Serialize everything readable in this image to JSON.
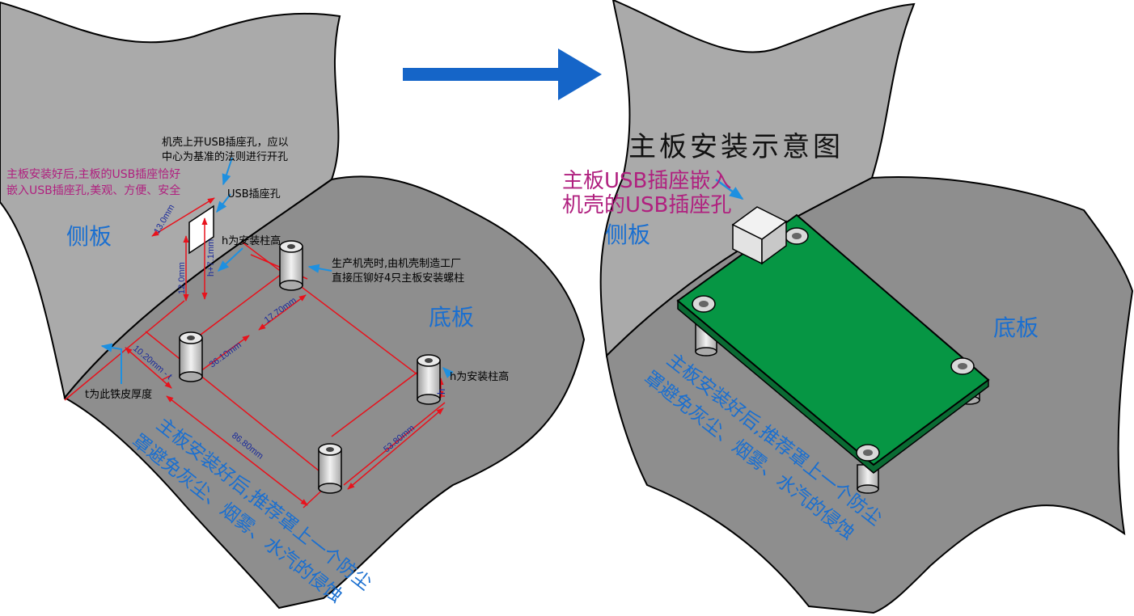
{
  "left": {
    "side_panel_label": "侧板",
    "floor_label": "底板",
    "note_magenta_line1": "主板安装好后,主板的USB插座恰好",
    "note_magenta_line2": "嵌入USB插座孔,美观、方便、安全",
    "note_usb_hole_line1": "机壳上开USB插座孔，应以",
    "note_usb_hole_line2": "中心为基准的法则进行开孔",
    "usb_hole_label": "USB插座孔",
    "h_height_label_top": "h为安装柱高",
    "h_height_label_right": "h为安装柱高",
    "standoff_note_line1": "生产机壳时,由机壳制造工厂",
    "standoff_note_line2": "直接压铆好4只主板安装螺柱",
    "thickness_note": "t为此铁皮厚度",
    "dim_13": "13.0mm",
    "dim_12": "12.0mm",
    "dim_h71": "h+7.1mm",
    "dim_1770": "17.70mm",
    "dim_3610": "36.10mm",
    "dim_1020": "10.20mm - t",
    "dim_8680": "86.80mm",
    "dim_5380": "53.80mm",
    "dim_h": "h",
    "dust_line1": "主板安装好后,推荐罩上一个防尘",
    "dust_line2": "罩避免灰尘、烟雾、水汽的侵蚀"
  },
  "right": {
    "title": "主板安装示意图",
    "usb_note_line1": "主板USB插座嵌入",
    "usb_note_line2": "机壳的USB插座孔",
    "side_panel_label": "侧板",
    "floor_label": "底板",
    "dust_line1": "主板安装好后,推荐罩上一个防尘",
    "dust_line2": "罩避免灰尘、烟雾、水汽的侵蚀"
  },
  "colors": {
    "panel_light": "#aaaaaa",
    "panel_dark": "#8e8e8e",
    "blue_text": "#1a6fd0",
    "magenta_text": "#b0207f",
    "dimension_red": "#e8121c",
    "board_green": "#069644",
    "arrow_blue": "#1565c8"
  }
}
